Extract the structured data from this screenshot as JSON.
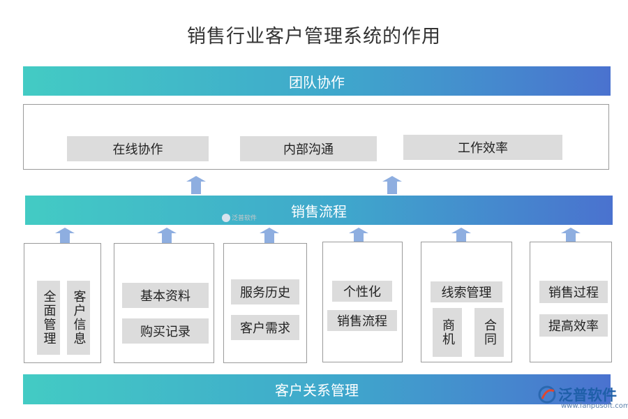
{
  "title": "销售行业客户管理系统的作用",
  "bands": {
    "top": "团队协作",
    "middle": "销售流程",
    "bottom": "客户关系管理"
  },
  "team": {
    "items": [
      "在线协作",
      "内部沟通",
      "工作效率"
    ]
  },
  "groups": [
    {
      "vertical": [
        "全面管理",
        "客户信息"
      ]
    },
    {
      "chips": [
        "基本资料",
        "购买记录"
      ]
    },
    {
      "chips": [
        "服务历史",
        "客户需求"
      ]
    },
    {
      "chips": [
        "个性化",
        "销售流程"
      ]
    },
    {
      "chip": "线索管理",
      "vertical": [
        "商机",
        "合同"
      ]
    },
    {
      "chips": [
        "销售过程",
        "提高效率"
      ]
    }
  ],
  "watermark": "泛普软件",
  "logo": {
    "name": "泛普软件",
    "url": "www.fanpusoft.com"
  }
}
